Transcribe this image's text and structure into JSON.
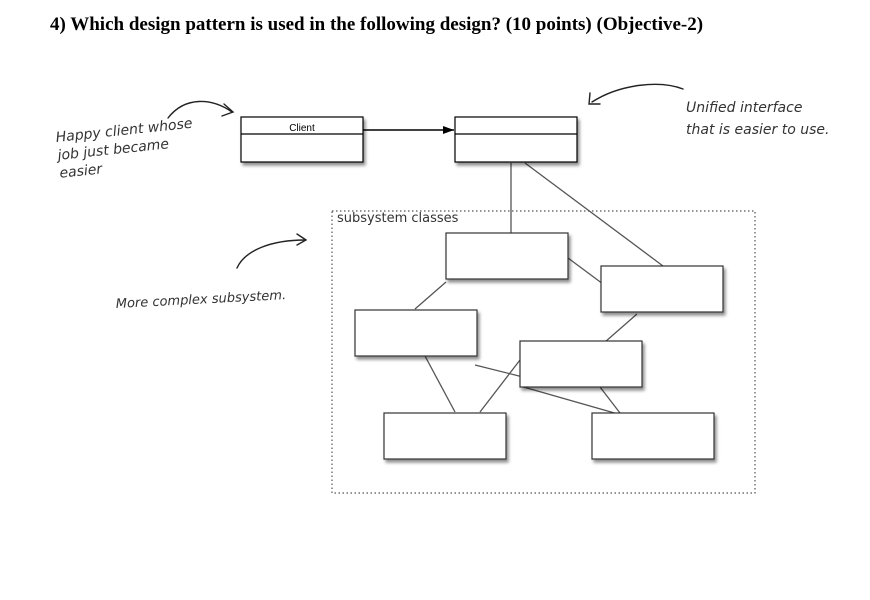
{
  "question": {
    "text": "4) Which design pattern is used in the following design? (10 points) (Objective-2)"
  },
  "diagram": {
    "client_label": "Client",
    "subsystem_label": "subsystem classes",
    "annotations": {
      "happy_client": [
        "Happy client whose",
        "job just became",
        "easier"
      ],
      "unified_interface": [
        "Unified interface",
        "that is easier to use."
      ],
      "complex_subsystem": "More complex subsystem."
    }
  }
}
